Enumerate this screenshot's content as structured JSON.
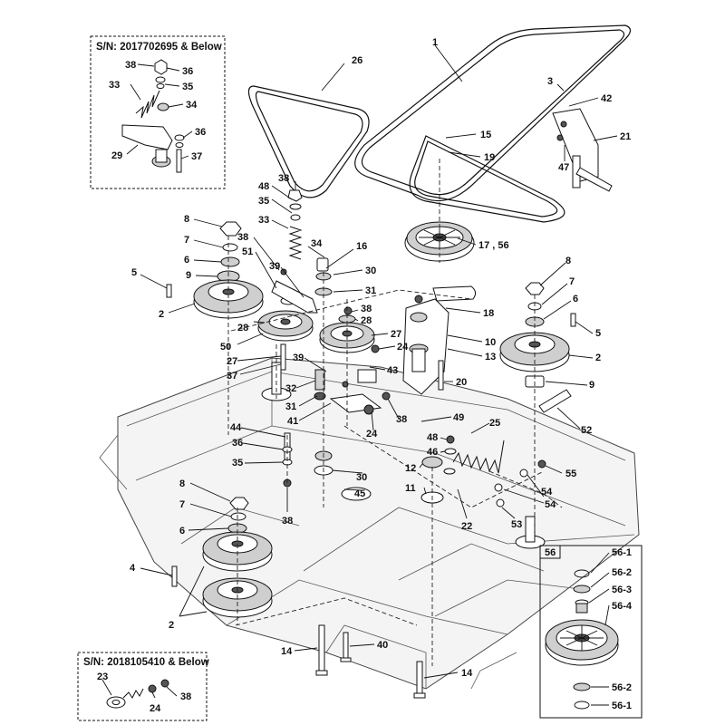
{
  "insets": {
    "top_left": {
      "title": "S/N: 2017702695 & Below"
    },
    "bottom_left": {
      "title": "S/N: 2018105410 & Below"
    },
    "kit": {
      "title": "56"
    }
  },
  "callouts": {
    "c1": "1",
    "c26": "26",
    "c3": "3",
    "c42": "42",
    "c21": "21",
    "c47": "47",
    "c15": "15",
    "c19": "19",
    "c17_56": "17 , 56",
    "c38a": "38",
    "c48a": "48",
    "c35a": "35",
    "c33a": "33",
    "c34a": "34",
    "c16": "16",
    "c30a": "30",
    "c31a": "31",
    "c8a": "8",
    "c7a": "7",
    "c6a": "6",
    "c9a": "9",
    "c5a": "5",
    "c2a": "2",
    "c38b": "38",
    "c51": "51",
    "c39a": "39",
    "c28a": "28",
    "c28b": "28",
    "c38c": "38",
    "c27a": "27",
    "c50": "50",
    "c27b": "27",
    "c37a": "37",
    "c39b": "39",
    "c32": "32",
    "c31b": "31",
    "c41": "41",
    "c43": "43",
    "c24a": "24",
    "c38d": "38",
    "c24b": "24",
    "c49": "49",
    "c25": "25",
    "c18": "18",
    "c10": "10",
    "c13": "13",
    "c20": "20",
    "c8b": "8",
    "c7b": "7",
    "c6b": "6",
    "c5b": "5",
    "c2b": "2",
    "c9b": "9",
    "c52": "52",
    "c44": "44",
    "c36a": "36",
    "c35b": "35",
    "c38e": "38",
    "c30b": "30",
    "c45": "45",
    "c48b": "48",
    "c46": "46",
    "c12": "12",
    "c11": "11",
    "c22": "22",
    "c55": "55",
    "c54a": "54",
    "c54b": "54",
    "c53": "53",
    "c8c": "8",
    "c7c": "7",
    "c6c": "6",
    "c4": "4",
    "c2c": "2",
    "c14a": "14",
    "c40": "40",
    "c14b": "14",
    "t38": "38",
    "t36a": "36",
    "t35": "35",
    "t33": "33",
    "t34": "34",
    "t36b": "36",
    "t29": "29",
    "t37": "37",
    "b23": "23",
    "b24": "24",
    "b38": "38",
    "k56_1a": "56-1",
    "k56_2a": "56-2",
    "k56_3": "56-3",
    "k56_4": "56-4",
    "k56_2b": "56-2",
    "k56_1b": "56-1"
  }
}
